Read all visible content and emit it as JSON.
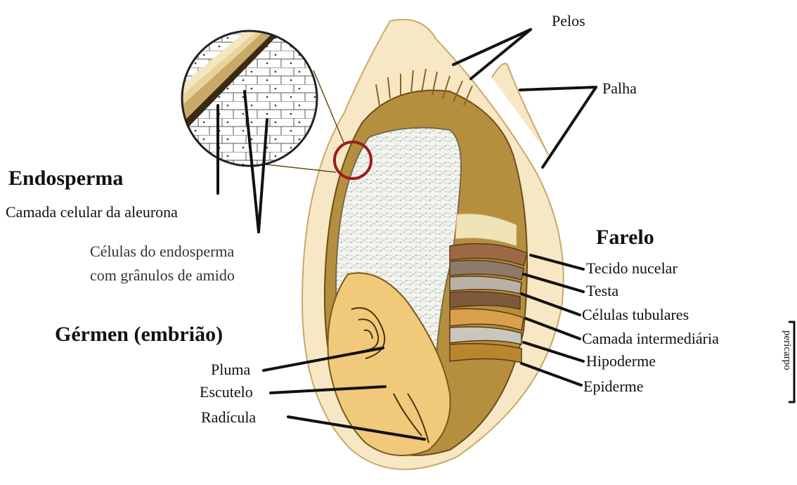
{
  "labels": {
    "pelos": "Pelos",
    "palha": "Palha",
    "endosperma": "Endosperma",
    "aleurona": "Camada celular da aleurona",
    "celulas_endosperma_1": "Células do endosperma",
    "celulas_endosperma_2": "com grânulos de amido",
    "germen": "Gérmen (embrião)",
    "pluma": "Pluma",
    "escutelo": "Escutelo",
    "radicula": "Radícula",
    "farelo": "Farelo",
    "tecido_nucelar": "Tecido nucelar",
    "testa": "Testa",
    "celulas_tubulares": "Células tubulares",
    "camada_intermediaria": "Camada intermediária",
    "hipoderme": "Hipoderme",
    "epiderme": "Epiderme",
    "pericarpo": "pericarpo"
  },
  "colors": {
    "husk": "#f7e7c4",
    "bran": "#b58f3e",
    "endosperm": "#eef1ec",
    "germ": "#f0c97a",
    "zoom_circle": "#9b1c1c"
  }
}
